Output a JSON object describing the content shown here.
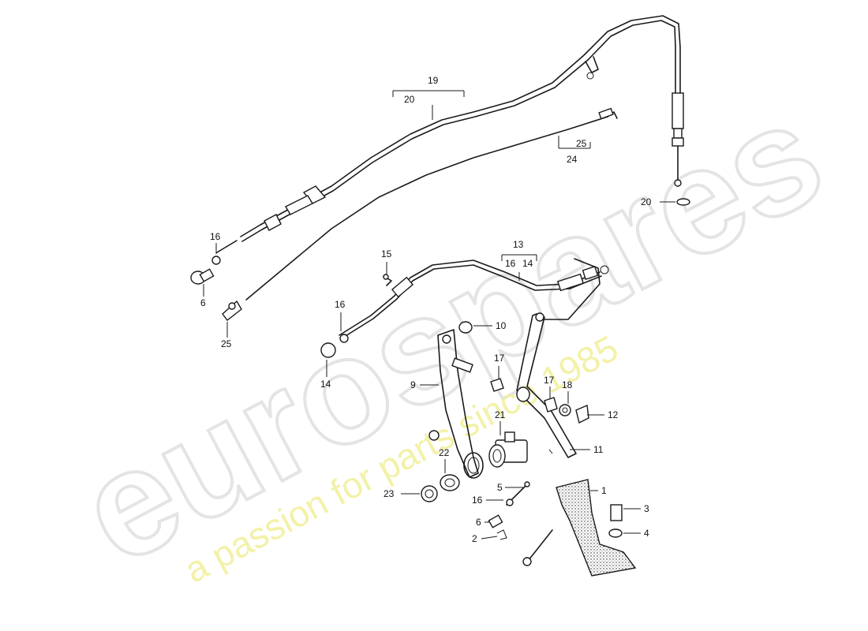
{
  "watermark": {
    "brand": "eurospares",
    "tagline": "a passion for parts since 1985"
  },
  "callouts": [
    {
      "id": "c19",
      "text": "19"
    },
    {
      "id": "c20a",
      "text": "20"
    },
    {
      "id": "c25a",
      "text": "25"
    },
    {
      "id": "c24",
      "text": "24"
    },
    {
      "id": "c20b",
      "text": "20"
    },
    {
      "id": "c16a",
      "text": "16"
    },
    {
      "id": "c6a",
      "text": "6"
    },
    {
      "id": "c25b",
      "text": "25"
    },
    {
      "id": "c15",
      "text": "15"
    },
    {
      "id": "c13",
      "text": "13"
    },
    {
      "id": "c16b",
      "text": "16"
    },
    {
      "id": "c14a",
      "text": "14"
    },
    {
      "id": "c16c",
      "text": "16"
    },
    {
      "id": "c10",
      "text": "10"
    },
    {
      "id": "c14b",
      "text": "14"
    },
    {
      "id": "c17a",
      "text": "17"
    },
    {
      "id": "c9",
      "text": "9"
    },
    {
      "id": "c17b",
      "text": "17"
    },
    {
      "id": "c18",
      "text": "18"
    },
    {
      "id": "c12",
      "text": "12"
    },
    {
      "id": "c21",
      "text": "21"
    },
    {
      "id": "c11",
      "text": "11"
    },
    {
      "id": "c22",
      "text": "22"
    },
    {
      "id": "c5",
      "text": "5"
    },
    {
      "id": "c1",
      "text": "1"
    },
    {
      "id": "c23",
      "text": "23"
    },
    {
      "id": "c16d",
      "text": "16"
    },
    {
      "id": "c3",
      "text": "3"
    },
    {
      "id": "c6b",
      "text": "6"
    },
    {
      "id": "c4",
      "text": "4"
    },
    {
      "id": "c2",
      "text": "2"
    }
  ]
}
